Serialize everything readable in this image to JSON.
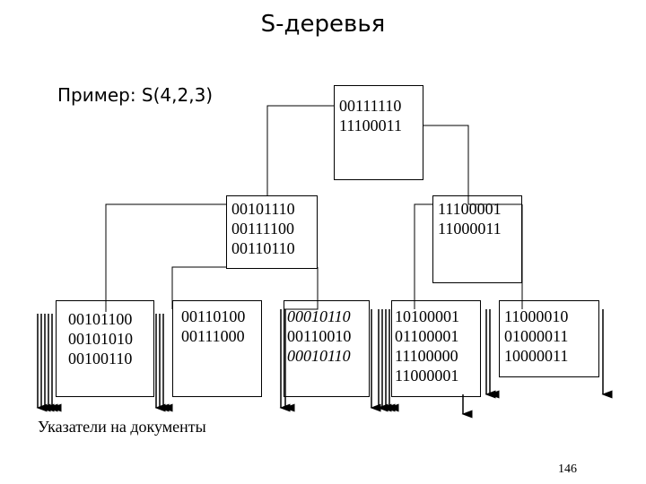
{
  "title": "S-деревья",
  "example": "Пример: S(4,2,3)",
  "root": {
    "lines": [
      "00111110",
      "11100011"
    ]
  },
  "mid_left": {
    "lines": [
      "00101110",
      "00111100",
      "00110110"
    ]
  },
  "mid_right": {
    "lines": [
      "11100001",
      "11000011"
    ]
  },
  "leaves": [
    {
      "lines": [
        "00101100",
        "00101010",
        "00100110"
      ],
      "italic": [
        false,
        false,
        false
      ]
    },
    {
      "lines": [
        "00110100",
        "00111000"
      ],
      "italic": [
        false,
        false
      ]
    },
    {
      "lines": [
        "00010110",
        "00110010",
        "00010110"
      ],
      "italic": [
        true,
        false,
        true
      ]
    },
    {
      "lines": [
        "10100001",
        "01100001",
        "11100000",
        "11000001"
      ],
      "italic": [
        false,
        false,
        false,
        false
      ]
    },
    {
      "lines": [
        "11000010",
        "01000011",
        "10000011"
      ],
      "italic": [
        false,
        false,
        false
      ]
    }
  ],
  "caption": "Указатели на документы",
  "page_number": "146"
}
